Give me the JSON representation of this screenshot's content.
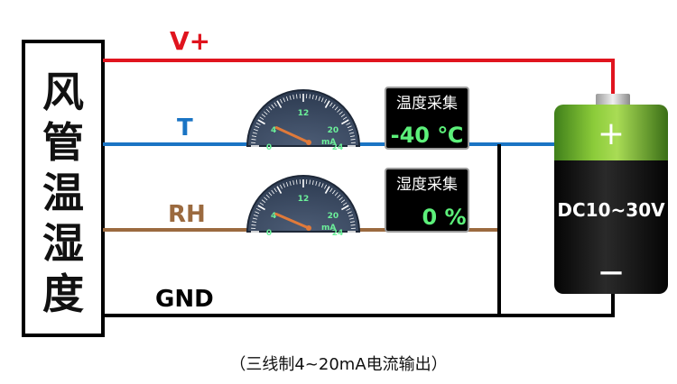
{
  "sensor": {
    "title": "风管温湿度"
  },
  "lines": {
    "power": "V+",
    "temperature": "T",
    "humidity": "RH",
    "ground": "GND"
  },
  "colors": {
    "power": "#e0141e",
    "temperature": "#1a74c4",
    "humidity": "#9b6a3f",
    "ground": "#000000",
    "display_text": "#5cf07a",
    "gauge_face": "#3b4a60",
    "gauge_tick": "#6cf09a",
    "needle": "#e07a3a"
  },
  "gauges": [
    {
      "scale": [
        "0",
        "4",
        "12",
        "20",
        "24"
      ],
      "unit": "mA",
      "reading_ma": 4.6
    },
    {
      "scale": [
        "0",
        "4",
        "12",
        "20",
        "24"
      ],
      "unit": "mA",
      "reading_ma": 4.4
    }
  ],
  "displays": [
    {
      "title": "温度采集",
      "value": "-40 ℃"
    },
    {
      "title": "湿度采集",
      "value": "0 %"
    }
  ],
  "battery": {
    "label": "DC10~30V",
    "positive": "+",
    "negative": "—"
  },
  "caption": "（三线制4~20mA电流输出）"
}
